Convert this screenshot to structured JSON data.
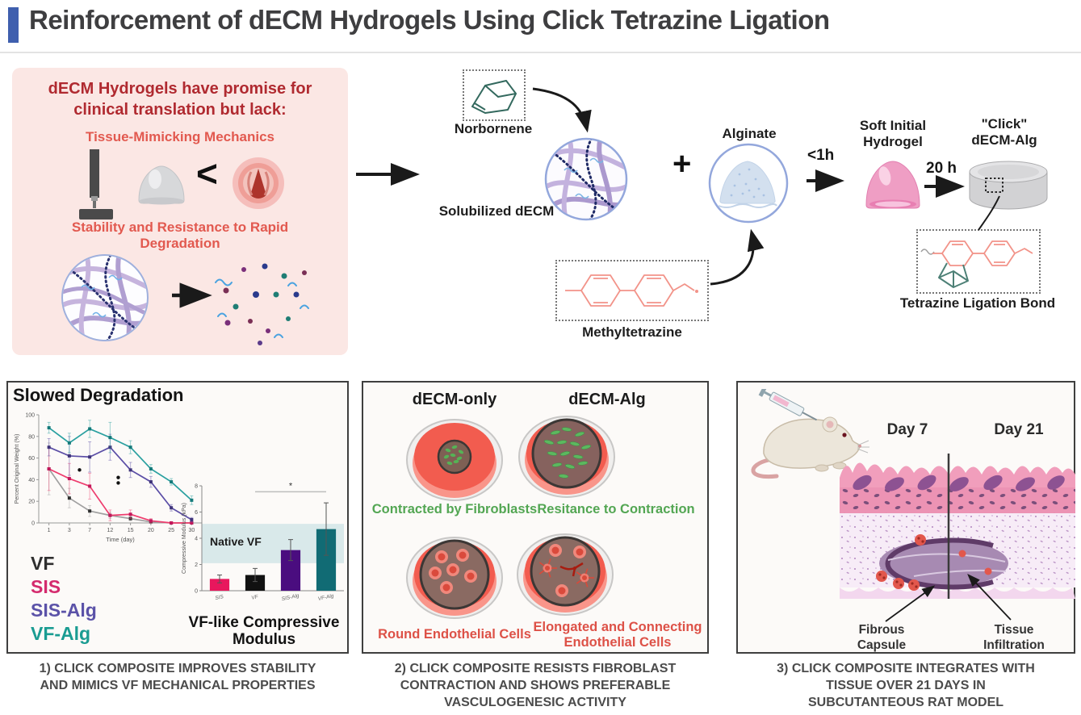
{
  "header": {
    "title": "Reinforcement of dECM Hydrogels Using Click Tetrazine Ligation"
  },
  "problem_box": {
    "heading": "dECM Hydrogels have promise for clinical translation but lack:",
    "mechanics": "Tissue-Mimicking Mechanics",
    "less_than": "<",
    "stability": "Stability and Resistance to Rapid Degradation"
  },
  "scheme": {
    "norbornene": "Norbornene",
    "solubilized_decm": "Solubilized dECM",
    "plus": "+",
    "alginate": "Alginate",
    "methyltetrazine": "Methyltetrazine",
    "time_fast": "<1h",
    "soft_gel": "Soft Initial\nHydrogel",
    "time_slow": "20 h",
    "click_gel": "\"Click\"\ndECM-Alg",
    "bond": "Tetrazine Ligation Bond"
  },
  "panel1": {
    "title": "Slowed Degradation",
    "bar_caption": "VF-like Compressive Modulus",
    "caption": "1) CLICK COMPOSITE IMPROVES STABILITY AND MIMICS VF MECHANICAL PROPERTIES"
  },
  "panel2": {
    "col1": "dECM-only",
    "col2": "dECM-Alg",
    "fibro1": "Contracted by Fibroblasts",
    "fibro2": "Resitance to Contraction",
    "endo1": "Round Endothelial Cells",
    "endo2": "Elongated and Connecting Endothelial Cells",
    "caption": "2) CLICK COMPOSITE RESISTS FIBROBLAST CONTRACTION AND SHOWS PREFERABLE VASCULOGENESIC ACTIVITY"
  },
  "panel3": {
    "day7": "Day 7",
    "day21": "Day 21",
    "fibrous": "Fibrous\nCapsule",
    "infiltration": "Tissue\nInfiltration",
    "caption": "3) CLICK COMPOSITE INTEGRATES WITH TISSUE OVER 21 DAYS IN SUBCUTANTEOUS RAT MODEL"
  },
  "chart_data": [
    {
      "type": "line",
      "title": "Slowed Degradation",
      "x": [
        1,
        3,
        7,
        12,
        15,
        20,
        25,
        30
      ],
      "xlabel": "Time (day)",
      "ylabel": "Percent Original Weight (%)",
      "ylim": [
        0,
        100
      ],
      "yticks": [
        0,
        20,
        40,
        60,
        80,
        100
      ],
      "legend_position": "bottom-left",
      "grid": false,
      "series": [
        {
          "name": "VF",
          "color": "#a0a0a0",
          "marker_color": "#2f2f2f",
          "legend_color": "#2f2f2f",
          "values": [
            50,
            23,
            11,
            7,
            4,
            1,
            0,
            0
          ],
          "errors": [
            24,
            9,
            5,
            3,
            2,
            1,
            0,
            0
          ]
        },
        {
          "name": "SIS",
          "color": "#ee3d6e",
          "marker_color": "#c2185b",
          "legend_color": "#d42a6d",
          "values": [
            50,
            41,
            34,
            7,
            8,
            2,
            0,
            0
          ],
          "errors": [
            20,
            14,
            12,
            5,
            4,
            2,
            0,
            0
          ]
        },
        {
          "name": "SIS-Alg",
          "color": "#5b4ea6",
          "marker_color": "#3e3379",
          "legend_color": "#5b52a8",
          "values": [
            70,
            62,
            61,
            70,
            49,
            38,
            14,
            3
          ],
          "errors": [
            8,
            18,
            14,
            12,
            7,
            5,
            3,
            2
          ]
        },
        {
          "name": "VF-Alg",
          "color": "#2aa0a0",
          "marker_color": "#147a7a",
          "legend_color": "#1a9c92",
          "values": [
            88,
            74,
            87,
            79,
            70,
            50,
            38,
            21
          ],
          "errors": [
            5,
            9,
            8,
            14,
            6,
            4,
            3,
            4
          ]
        }
      ],
      "significance_dots": [
        {
          "xi": 1.5,
          "y": 49
        },
        {
          "xi": 3.4,
          "y": 42
        },
        {
          "xi": 3.4,
          "y": 37
        }
      ]
    },
    {
      "type": "bar",
      "categories": [
        "SIS",
        "VF",
        "SIS-Alg",
        "VF-Alg"
      ],
      "values": [
        0.9,
        1.2,
        3.1,
        4.7
      ],
      "errors": [
        0.3,
        0.5,
        0.8,
        2.0
      ],
      "colors": [
        "#e8175d",
        "#111111",
        "#4a0d7f",
        "#116b74"
      ],
      "ylabel": "Compressive Modulus (kPa)",
      "ylim": [
        0,
        8
      ],
      "yticks": [
        0,
        2,
        4,
        6,
        8
      ],
      "band": {
        "label": "Native VF",
        "from": 2.1,
        "to": 5.1,
        "color": "#d9e9ea"
      },
      "significance": {
        "text": "*",
        "from_index": 1,
        "to_index": 3,
        "y": 7.55
      }
    }
  ]
}
